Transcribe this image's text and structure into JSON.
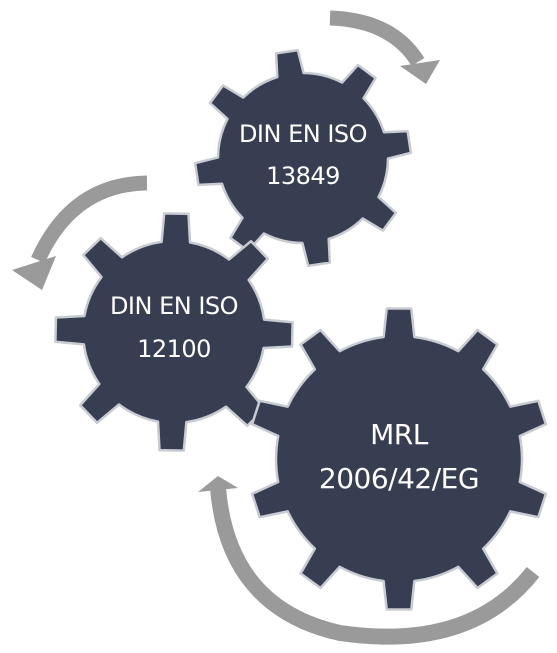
{
  "colors": {
    "gear_fill": "#383e52",
    "arrow": "#9a9a9a",
    "text": "#ffffff"
  },
  "gears": [
    {
      "id": "top",
      "label_lines": [
        "DIN EN ISO",
        "13849"
      ]
    },
    {
      "id": "left",
      "label_lines": [
        "DIN EN ISO",
        "12100"
      ]
    },
    {
      "id": "bottom",
      "label_lines": [
        "MRL",
        "2006/42/EG"
      ]
    }
  ],
  "arrows": [
    {
      "id": "top-right",
      "direction": "clockwise"
    },
    {
      "id": "left",
      "direction": "counter-clockwise"
    },
    {
      "id": "bottom",
      "direction": "counter-clockwise"
    }
  ]
}
